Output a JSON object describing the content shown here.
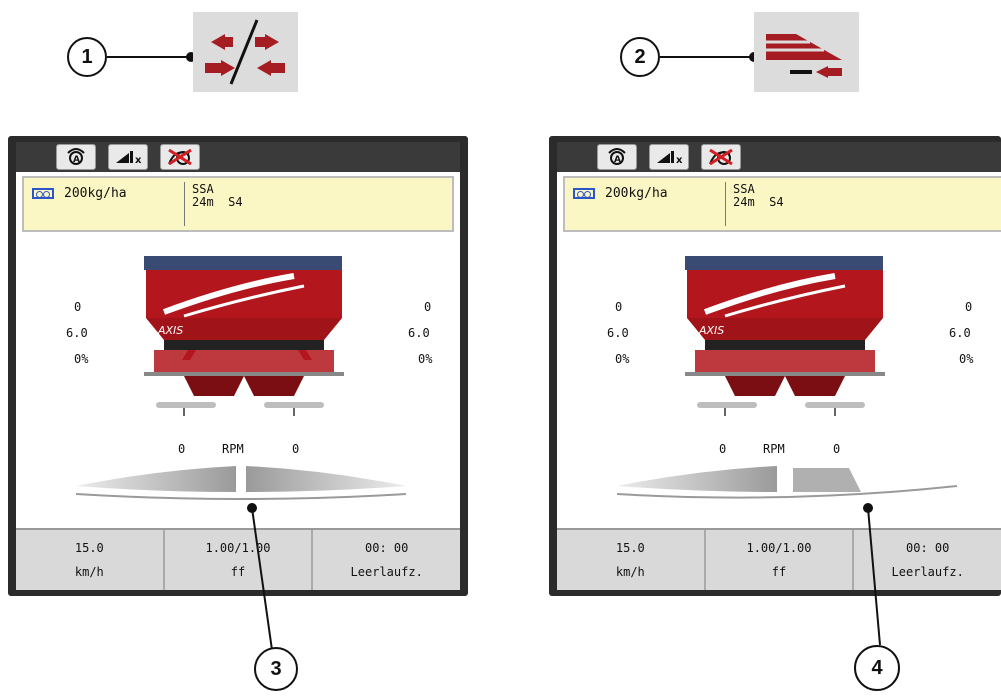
{
  "callouts": [
    "1",
    "2",
    "3",
    "4"
  ],
  "icons": {
    "mode_left": "change-spread-direction-icon",
    "mode_right": "reduce-boundary-spread-icon"
  },
  "colors": {
    "accent_red": "#b3161c",
    "info_bg": "#fbf7c4",
    "roll_blue": "#2d55c8"
  },
  "screens": [
    {
      "toolbar_icons": [
        "gps-a-icon",
        "section-stop-icon",
        "crossed-out-boundary-icon"
      ],
      "application_rate": "200kg/ha",
      "machine_line1": "SSA",
      "machine_line2": "24m  S4",
      "left": {
        "top": "0",
        "rate": "6.0",
        "pct": "0%"
      },
      "right": {
        "top": "0",
        "rate": "6.0",
        "pct": "0%"
      },
      "rpm": {
        "left": "0",
        "label": "RPM",
        "right": "0"
      },
      "bottom": [
        {
          "value": "15.0",
          "unit": "km/h"
        },
        {
          "value": "1.00/1.00",
          "unit": "ff"
        },
        {
          "value": "00: 00",
          "unit": "Leerlaufz."
        }
      ]
    },
    {
      "toolbar_icons": [
        "gps-a-icon",
        "section-stop-icon",
        "crossed-out-boundary-icon"
      ],
      "application_rate": "200kg/ha",
      "machine_line1": "SSA",
      "machine_line2": "24m  S4",
      "left": {
        "top": "0",
        "rate": "6.0",
        "pct": "0%"
      },
      "right": {
        "top": "0",
        "rate": "6.0",
        "pct": "0%"
      },
      "rpm": {
        "left": "0",
        "label": "RPM",
        "right": "0"
      },
      "bottom": [
        {
          "value": "15.0",
          "unit": "km/h"
        },
        {
          "value": "1.00/1.00",
          "unit": "ff"
        },
        {
          "value": "00: 00",
          "unit": "Leerlaufz."
        }
      ]
    }
  ]
}
